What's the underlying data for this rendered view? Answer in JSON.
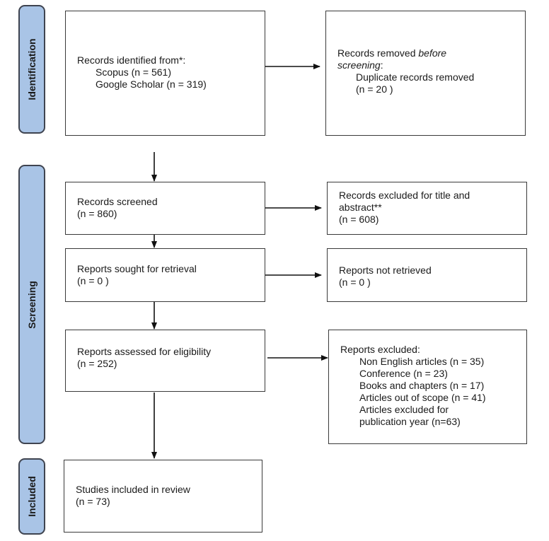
{
  "stages": {
    "identification": "Identification",
    "screening": "Screening",
    "included": "Included"
  },
  "boxes": {
    "identified": {
      "title": "Records identified from*:",
      "scopus": "Scopus (n = 561)",
      "scholar": "Google Scholar (n = 319)"
    },
    "removed": {
      "title_prefix": "Records removed ",
      "title_emph": "before",
      "title_emph2": "screening",
      "title_end": ":",
      "duplicates": "Duplicate records removed",
      "duplicates_n": "(n = 20 )"
    },
    "screened": {
      "title": "Records screened",
      "n": "(n = 860)"
    },
    "excluded_title": {
      "title_line1": "Records excluded for title and",
      "title_line2": "abstract**",
      "n": "(n = 608)"
    },
    "sought": {
      "title": "Reports sought for retrieval",
      "n": "(n = 0 )"
    },
    "not_retrieved": {
      "title": "Reports not retrieved",
      "n": "(n = 0 )"
    },
    "assessed": {
      "title": "Reports assessed for eligibility",
      "n": "(n = 252)"
    },
    "reports_excluded": {
      "title": "Reports excluded:",
      "items": [
        "Non English articles (n = 35)",
        "Conference (n = 23)",
        "Books and chapters (n = 17)",
        "Articles out of scope (n = 41)",
        "Articles excluded for",
        "publication year (n=63)"
      ]
    },
    "included": {
      "title": "Studies included in review",
      "n": "(n = 73)"
    }
  }
}
